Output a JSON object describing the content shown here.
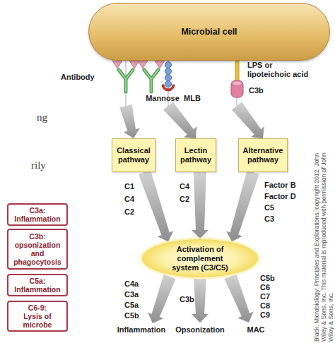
{
  "diagram": {
    "nodes": [
      {
        "text": [
          "Microbial cell"
        ]
      },
      {
        "text": [
          "Classical pathway"
        ]
      },
      {
        "text": [
          "Lectin pathway"
        ]
      },
      {
        "text": [
          "Alternative pathway"
        ]
      },
      {
        "text": [
          "Activation of complement system (C3/C5)"
        ]
      },
      {
        "text": [
          "C3a:",
          "Inflammation"
        ]
      },
      {
        "text": [
          "C3b:",
          "opsonization and phagocytosis"
        ]
      },
      {
        "text": [
          "C5a:",
          "Inflammation"
        ]
      },
      {
        "text": [
          "C6-9:",
          "Lysis of microbe"
        ]
      }
    ],
    "edges": [
      {
        "from": 0,
        "to": 1,
        "arrow": "to"
      },
      {
        "from": 0,
        "to": 2,
        "arrow": "to"
      },
      {
        "from": 0,
        "to": 3,
        "arrow": "to"
      },
      {
        "from": 1,
        "to": 4,
        "arrow": "to"
      },
      {
        "from": 2,
        "to": 4,
        "arrow": "to"
      },
      {
        "from": 3,
        "to": 4,
        "arrow": "to"
      }
    ],
    "labels": [
      "ng",
      "Antibody",
      "Mannose",
      "MLB",
      "LPS or lipoteichoic acid",
      "C3b",
      "rily",
      "C1",
      "C4",
      "C2",
      "C4",
      "C2",
      "Factor B",
      "Factor D",
      "C5",
      "C3",
      "C4a",
      "C3a",
      "C5a",
      "C5b",
      "C3b",
      "C5b",
      "C6",
      "C7",
      "C8",
      "C9",
      "Inflammation",
      "Opsonization",
      "MAC",
      "Black, Microbiology: Principles and Explorations, copyright 2012, John Wiley & Sons, Inc. This material is reproduced with permission of John Wiley & Sons, Inc."
    ]
  }
}
